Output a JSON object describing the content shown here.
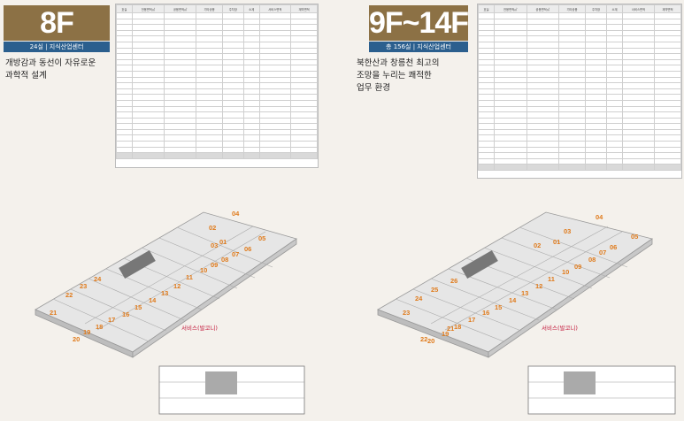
{
  "left": {
    "floor": "8F",
    "subtitle": "24실 | 지식산업센터",
    "tagline": "개방감과 동선이 자유로운\n과학적 설계",
    "service_label": "서비스(발코니)",
    "units": [
      "01",
      "02",
      "03",
      "04",
      "05",
      "06",
      "07",
      "08",
      "09",
      "10",
      "11",
      "12",
      "13",
      "14",
      "15",
      "16",
      "17",
      "18",
      "19",
      "20",
      "21",
      "22",
      "23",
      "24"
    ]
  },
  "right": {
    "floor": "9F~14F",
    "subtitle": "총 156실 | 지식산업센터",
    "tagline": "북한산과 창릉천 최고의\n조망을 누리는 쾌적한\n업무 환경",
    "service_label": "서비스(발코니)",
    "units": [
      "01",
      "02",
      "03",
      "04",
      "05",
      "06",
      "07",
      "08",
      "09",
      "10",
      "11",
      "12",
      "13",
      "14",
      "15",
      "16",
      "17",
      "18",
      "19",
      "20",
      "21",
      "22",
      "23",
      "24",
      "25",
      "26"
    ]
  },
  "table": {
    "headers": [
      "호실",
      "전용면적㎡",
      "공용면적㎡",
      "기타공용",
      "주차장",
      "소계",
      "서비스면적",
      "계약면적"
    ]
  },
  "colors": {
    "badge": "#8c7145",
    "subtitle_bar": "#2b5f8e",
    "unit_number": "#e07b1c",
    "service_label": "#c4193b"
  }
}
